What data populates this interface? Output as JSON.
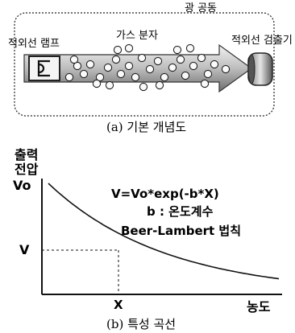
{
  "figure_a": {
    "label_cavity": "광 공동",
    "label_lamp": "적외선 램프",
    "label_gas": "가스 분자",
    "label_detector": "적외선 검출기",
    "caption": "(a) 기본 개념도"
  },
  "figure_b": {
    "ylabel": "출력\n전압",
    "vo_label": "Vo",
    "v_label": "V",
    "x_tick": "X",
    "xlabel": "농도",
    "equation": "V=Vo*exp(-b*X)",
    "b_note": "b : 온도계수",
    "law": "Beer-Lambert 법칙",
    "caption": "(b) 특성 곡선"
  },
  "chart_data": {
    "type": "line",
    "title": "",
    "xlabel": "농도",
    "ylabel": "출력 전압",
    "series": [
      {
        "values_description_free": true,
        "x": [
          0,
          1,
          2,
          3,
          4,
          5,
          6,
          7,
          8
        ],
        "y": [
          1.0,
          0.78,
          0.61,
          0.47,
          0.37,
          0.29,
          0.22,
          0.17,
          0.14
        ]
      }
    ],
    "annotations": [
      "Vo",
      "V",
      "X"
    ]
  },
  "colors": {
    "ink": "#111111",
    "beam_light": "#d9d9d9",
    "beam_dark": "#8c8c8c",
    "frame": "#222222"
  }
}
